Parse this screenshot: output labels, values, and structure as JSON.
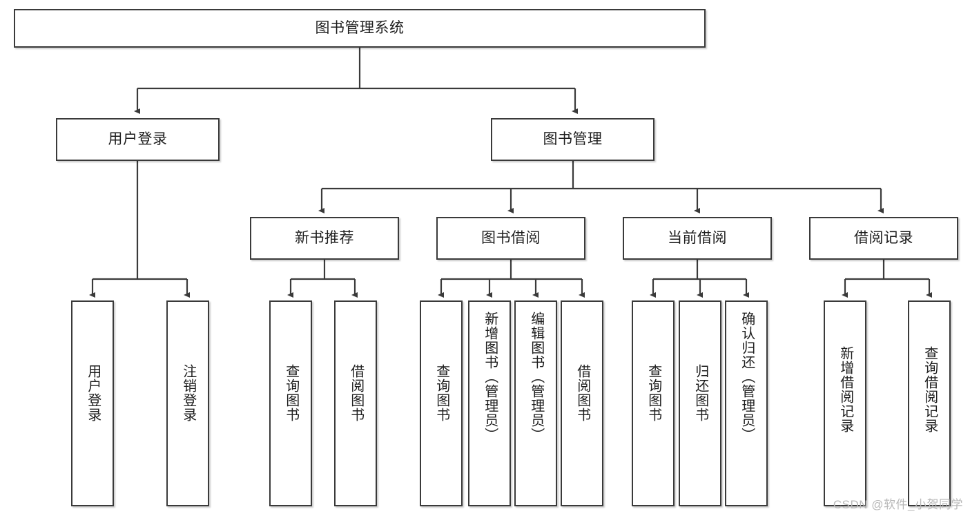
{
  "diagram": {
    "title": "图书管理系统",
    "type": "hierarchy-tree",
    "root": {
      "label": "图书管理系统"
    },
    "level1": [
      {
        "label": "用户登录"
      },
      {
        "label": "图书管理"
      }
    ],
    "level2": [
      {
        "label": "新书推荐"
      },
      {
        "label": "图书借阅"
      },
      {
        "label": "当前借阅"
      },
      {
        "label": "借阅记录"
      }
    ],
    "leaves": [
      {
        "label": "用户登录"
      },
      {
        "label": "注销登录"
      },
      {
        "label": "查询图书"
      },
      {
        "label": "借阅图书"
      },
      {
        "label": "查询图书"
      },
      {
        "label": "新增图书（管理员）"
      },
      {
        "label": "编辑图书（管理员）"
      },
      {
        "label": "借阅图书"
      },
      {
        "label": "查询图书"
      },
      {
        "label": "归还图书"
      },
      {
        "label": "确认归还（管理员）"
      },
      {
        "label": "新增借阅记录"
      },
      {
        "label": "查询借阅记录"
      }
    ]
  },
  "watermark": {
    "text": "CSDN @软件_小贺同学"
  },
  "colors": {
    "stroke": "#3a3a3a",
    "text": "#1d1d1d",
    "background": "#ffffff",
    "watermark": "#b8b8b8"
  }
}
